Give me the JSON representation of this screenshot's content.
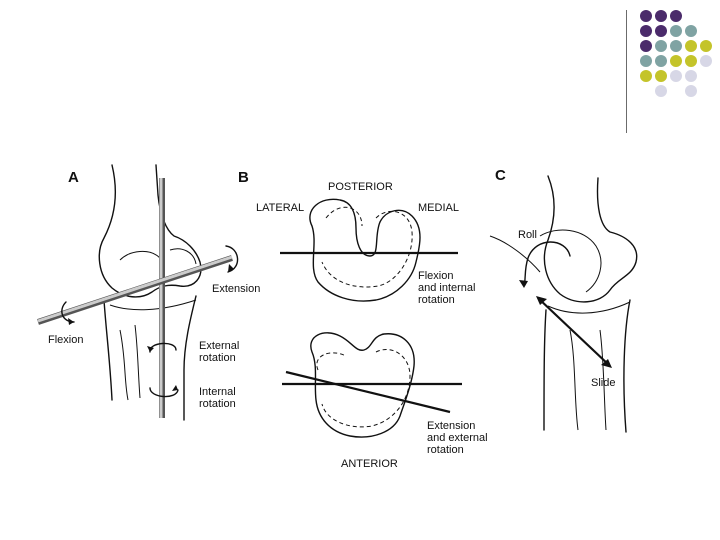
{
  "decoration": {
    "dot_colors": {
      "purple": "#4b2b6b",
      "teal": "#7fa3a3",
      "olive": "#c4c42a",
      "lavender": "#d7d7e6"
    },
    "dot_grid": [
      [
        "purple",
        "purple",
        "purple",
        "none",
        "none"
      ],
      [
        "purple",
        "purple",
        "teal",
        "teal",
        "none"
      ],
      [
        "purple",
        "teal",
        "teal",
        "olive",
        "olive"
      ],
      [
        "teal",
        "teal",
        "olive",
        "olive",
        "lavender"
      ],
      [
        "olive",
        "olive",
        "lavender",
        "lavender",
        "none"
      ],
      [
        "none",
        "lavender",
        "none",
        "lavender",
        "none"
      ]
    ]
  },
  "panels": {
    "a": {
      "letter": "A",
      "flexion": "Flexion",
      "extension": "Extension",
      "external_rotation": "External\nrotation",
      "internal_rotation": "Internal\nrotation"
    },
    "b": {
      "letter": "B",
      "posterior": "POSTERIOR",
      "lateral": "LATERAL",
      "medial": "MEDIAL",
      "flexion_internal": "Flexion\nand internal\nrotation",
      "anterior": "ANTERIOR",
      "extension_external": "Extension\nand external\nrotation"
    },
    "c": {
      "letter": "C",
      "roll": "Roll",
      "slide": "Slide"
    }
  }
}
